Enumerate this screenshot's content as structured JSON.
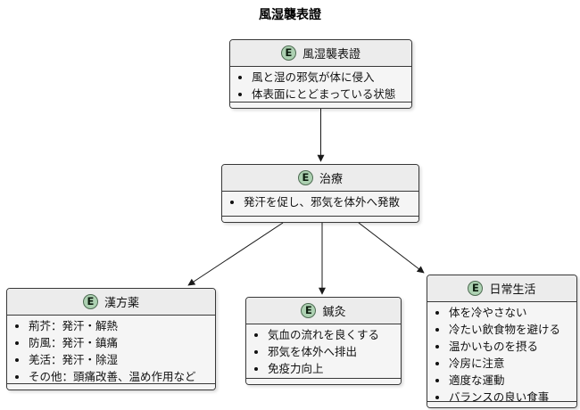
{
  "diagram": {
    "title": "風湿襲表證",
    "stereotype_letter": "E",
    "nodes": {
      "syndrome": {
        "name": "風湿襲表證",
        "items": [
          "風と湿の邪気が体に侵入",
          "体表面にとどまっている状態"
        ]
      },
      "treatment": {
        "name": "治療",
        "items": [
          "発汗を促し、邪気を体外へ発散"
        ]
      },
      "kampo": {
        "name": "漢方薬",
        "items": [
          "荊芥：発汗・解熱",
          "防風：発汗・鎮痛",
          "羌活：発汗・除湿",
          "その他：頭痛改善、温め作用など"
        ]
      },
      "acupuncture": {
        "name": "鍼灸",
        "items": [
          "気血の流れを良くする",
          "邪気を体外へ排出",
          "免疫力向上"
        ]
      },
      "daily_life": {
        "name": "日常生活",
        "items": [
          "体を冷やさない",
          "冷たい飲食物を避ける",
          "温かいものを摂る",
          "冷房に注意",
          "適度な運動",
          "バランスの良い食事"
        ]
      }
    },
    "colors": {
      "entity_circle_fill": "#add1b2",
      "entity_circle_border": "#4e6b52",
      "box_header_fill": "#ececec",
      "box_body_fill": "#f5f5f5",
      "box_border": "#383838",
      "arrow": "#1a1a1a"
    }
  }
}
